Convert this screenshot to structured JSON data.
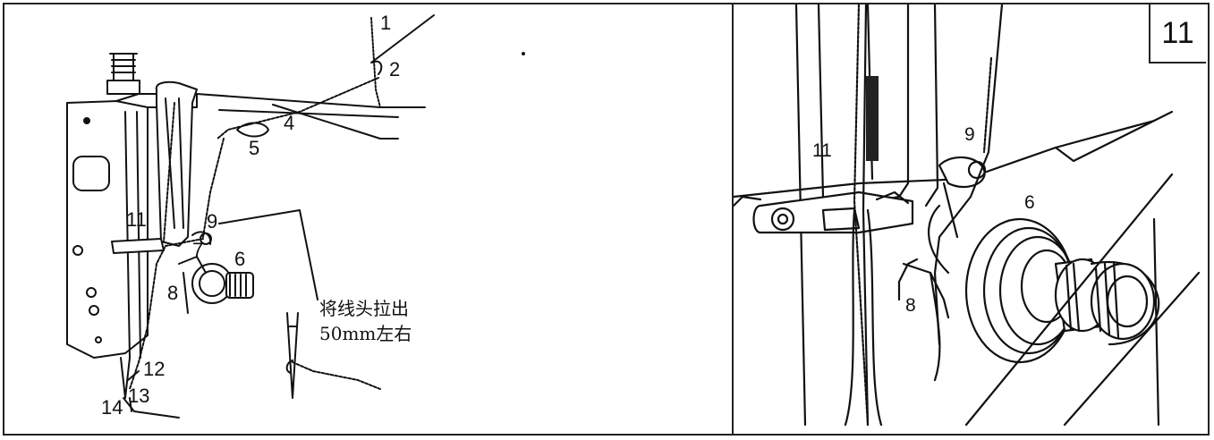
{
  "left_labels": {
    "l1": "1",
    "l2": "2",
    "l4": "4",
    "l5": "5",
    "l6": "6",
    "l7": "7",
    "l8": "8",
    "l9": "9",
    "l11": "11",
    "l12": "12",
    "l13": "13",
    "l14": "14"
  },
  "note": {
    "line1": "将线头拉出",
    "line2": "50mm左右"
  },
  "right_labels": {
    "r6": "6",
    "r8": "8",
    "r9": "9",
    "r11": "11"
  },
  "figure_number": "11"
}
